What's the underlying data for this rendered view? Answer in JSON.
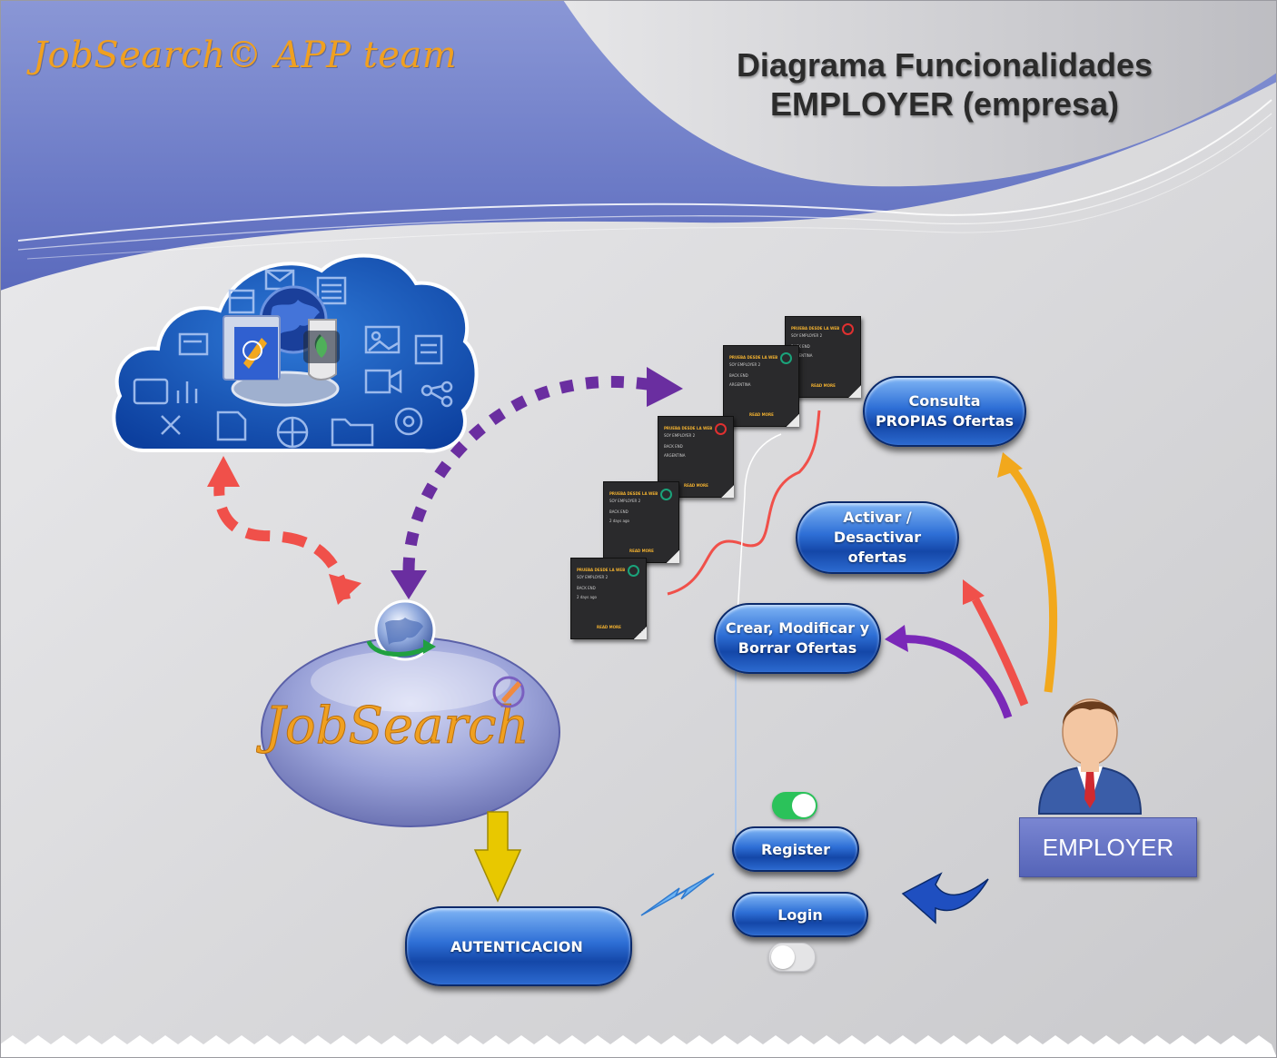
{
  "header": {
    "brand": "JobSearch© APP team",
    "title_line1": "Diagrama Funcionalidades",
    "title_line2": "EMPLOYER (empresa)"
  },
  "cloud": {
    "icon": "cloud-services-icon"
  },
  "hub": {
    "label": "JobSearch",
    "icon": "globe-sync-icon"
  },
  "actions": {
    "consulta": "Consulta PROPIAS Ofertas",
    "activar": "Activar / Desactivar ofertas",
    "crear": "Crear, Modificar y Borrar Ofertas",
    "register": "Register",
    "login": "Login",
    "auth": "AUTENTICACION"
  },
  "actor": {
    "label": "EMPLOYER",
    "icon": "businessman-icon"
  },
  "offer_card": {
    "title": "PRUEBA DESDE LA WEB",
    "company": "SOY EMPLOYER 2",
    "tag": "BACK END",
    "age": "2 days ago",
    "country": "ARGENTINA",
    "cta": "READ MORE"
  },
  "colors": {
    "header_blue": "#6f7fc8",
    "pill_blue": "#1d5bc4",
    "arrow_red": "#f0504a",
    "arrow_purple": "#6a2ea0",
    "arrow_orange": "#f2a81c",
    "arrow_yellow": "#e8c800",
    "toggle_green": "#2bc25a"
  }
}
